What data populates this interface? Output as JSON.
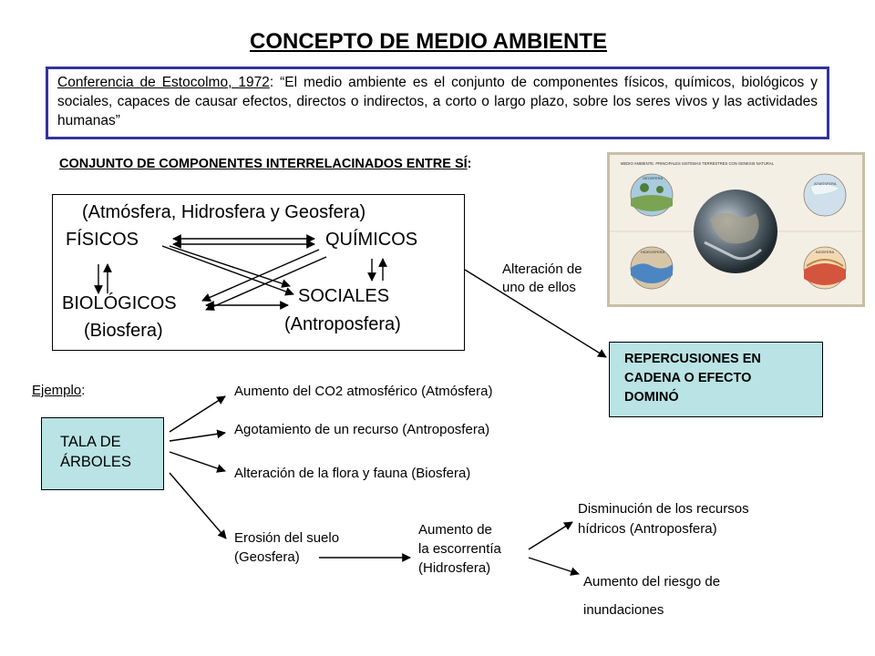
{
  "title": "CONCEPTO DE MEDIO AMBIENTE",
  "definition": {
    "source": "Conferencia de Estocolmo, 1972",
    "after_source": ": ",
    "text": "“El medio ambiente es el conjunto de componentes físicos, químicos, biológicos y sociales, capaces de causar efectos, directos o indirectos, a corto o largo plazo, sobre los seres vivos y las actividades humanas”"
  },
  "subtitle": {
    "text": "CONJUNTO DE COMPONENTES INTERRELACINADOS ENTRE SÍ",
    "colon": ":"
  },
  "components": {
    "header": "(Atmósfera, Hidrosfera y Geosfera)",
    "fisicos": "FÍSICOS",
    "quimicos": "QUÍMICOS",
    "biologicos": "BIOLÓGICOS",
    "biosfera": "(Biosfera)",
    "sociales": "SOCIALES",
    "antroposfera": "(Antroposfera)"
  },
  "alteration": {
    "line1": "Alteración de",
    "line2": "uno de ellos"
  },
  "image": {
    "caption": "MEDIO AMBIENTE. PRINCIPALES SISTEMAS TERRESTRES CON GENESIS NATURAL",
    "labels": [
      "GEOSFERA",
      "ATMÓSFERA",
      "HIDROSFERA",
      "BIOSFERA"
    ]
  },
  "repercusiones": [
    "REPERCUSIONES EN",
    "CADENA O EFECTO",
    "DOMINÓ"
  ],
  "example": {
    "label": "Ejemplo",
    "colon": ":",
    "cause_line1": "TALA DE",
    "cause_line2": "ÁRBOLES",
    "effects": [
      "Aumento del CO2 atmosférico (Atmósfera)",
      "Agotamiento de un recurso (Antroposfera)",
      "Alteración de la flora y fauna (Biosfera)"
    ],
    "erosion": {
      "line1": "Erosión del suelo",
      "line2": "(Geosfera)"
    },
    "escorrentia": {
      "line1": "Aumento de",
      "line2": "la escorrentía",
      "line3": "(Hidrosfera)"
    },
    "recursos": {
      "line1": "Disminución de los recursos",
      "line2": "hídricos (Antroposfera)"
    },
    "riesgo": {
      "line1": "Aumento del riesgo de",
      "line2": "inundaciones"
    }
  },
  "colors": {
    "border_blue": "#33339a",
    "box_cyan": "#b9e3e4"
  }
}
